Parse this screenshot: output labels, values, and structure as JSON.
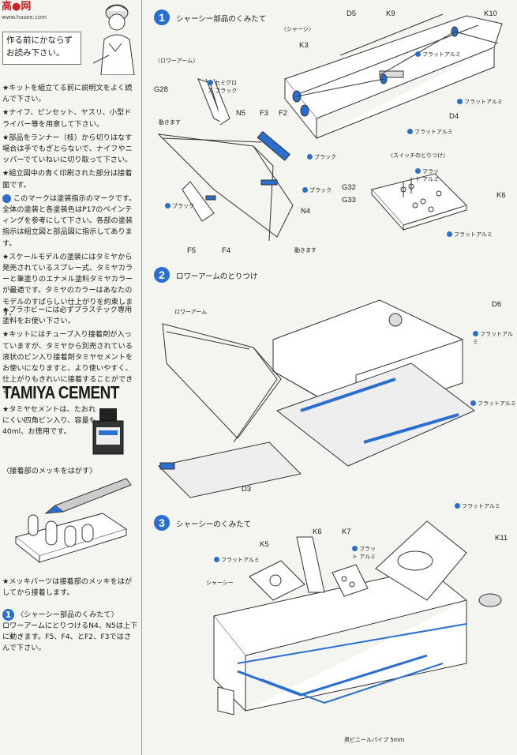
{
  "header": {
    "logo": "高●网",
    "logo_sub": "www.hasee.com",
    "warning": "作る前にかならず お読み下さい。"
  },
  "notes": [
    "★キットを組立てる前に説明文をよく読んで下さい。",
    "★ナイフ、ピンセット、ヤスリ、小型ドライバー等を用意して下さい。",
    "★部品をランナー（枝）から切りはなす場合は手でもぎとらないで、ナイフやニッパーでていねいに切り取って下さい。",
    "★組立図中の青く印刷された部分は接着面です。",
    "このマークは塗装指示のマークです。全体の塗装と各塗装色はP17のペインティングを参考にして下さい。各部の塗装指示は組立図と部品図に指示してあります。",
    "★スケールモデルの塗装にはタミヤから発売されているスプレー式、タミヤカラーと筆塗りのエナメル塗料タミヤカラーが最適です。タミヤのカラーはあなたのモデルのすばらしい仕上がりを約束します。"
  ],
  "notes2": [
    "★プラホビーには必ずプラスチック専用塗料をお使い下さい。",
    "★キットにはチューブ入り接着剤が入っていますが、タミヤから別売されている液状のビン入り接着剤タミヤセメントをお使いになりますと、より使いやすく、仕上がりもきれいに接着することができます。"
  ],
  "cement": {
    "brand": "TAMIYA CEMENT",
    "text": "★タミヤセメントは、たおれにくい四角ビン入り、容量も40ml、お徳用です。"
  },
  "plating": {
    "title": "〈接着部のメッキをはがす〉",
    "note": "★メッキパーツは接着部のメッキをはがしてから接着します。"
  },
  "step1_note": {
    "num": "1",
    "title": "〈シャーシー部品のくみたて〉",
    "text": "ロワーアームにとりつけるN4、N5は上下に動きます。F5、F4、とF2、F3ではさんで下さい。"
  },
  "steps": [
    {
      "num": "1",
      "title": "シャーシー部品のくみたて"
    },
    {
      "num": "2",
      "title": "ロワーアームのとりつけ"
    },
    {
      "num": "3",
      "title": "シャーシーのくみたて"
    }
  ],
  "sub_labels": {
    "chassis": "〈シャーシ〉",
    "lower_arm": "〈ロワーアーム〉",
    "switch": "〈スイッチのとりつけ〉",
    "lower_arm2": "ロワーアーム",
    "chassis2": "シャーシー",
    "pipe": "黒ビニールパイプ 5mm",
    "moves": "動きます"
  },
  "parts": {
    "D5": "D5",
    "K9": "K9",
    "K10": "K10",
    "K3": "K3",
    "D4": "D4",
    "G28": "G28",
    "N5": "N5",
    "F3": "F3",
    "F2": "F2",
    "N4": "N4",
    "F5": "F5",
    "F4": "F4",
    "G32": "G32",
    "G33": "G33",
    "K6": "K6",
    "D6": "D6",
    "D3": "D3",
    "K5": "K5",
    "K6b": "K6",
    "K7": "K7",
    "K11": "K11"
  },
  "paint": {
    "flat_al": "フラットアルミ",
    "black": "ブラック",
    "semigloss": "セミグロス ブラック",
    "flat_al_split": "フラット アルミ"
  },
  "colors": {
    "accent": "#2a6fd0",
    "logo": "#cc2222",
    "bg": "#f4f4f0"
  }
}
